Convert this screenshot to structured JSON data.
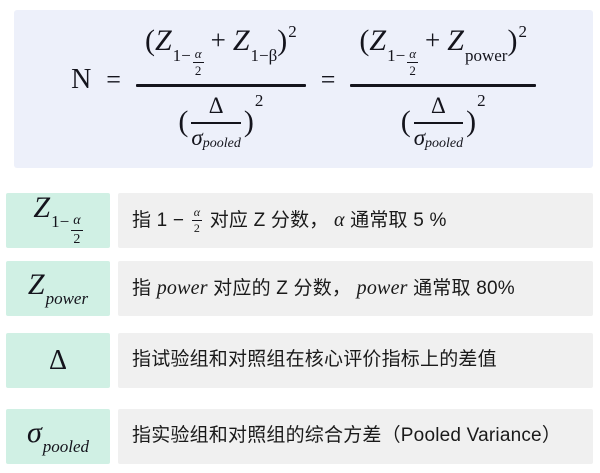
{
  "formula": {
    "lhs": "N",
    "eq": "=",
    "left": {
      "num": {
        "open": "(",
        "z1": "Z",
        "sub1_pre": "1−",
        "alpha": "α",
        "two": "2",
        "plus": "+",
        "z2": "Z",
        "sub2": "1−β",
        "close": ")",
        "sq": "2"
      },
      "den": {
        "open": "(",
        "delta": "Δ",
        "sigma": "σ",
        "sigma_sub": "pooled",
        "close": ")",
        "sq": "2"
      }
    },
    "right": {
      "num": {
        "open": "(",
        "z1": "Z",
        "sub1_pre": "1−",
        "alpha": "α",
        "two": "2",
        "plus": "+",
        "z2": "Z",
        "sub2": "power",
        "close": ")",
        "sq": "2"
      },
      "den": {
        "open": "(",
        "delta": "Δ",
        "sigma": "σ",
        "sigma_sub": "pooled",
        "close": ")",
        "sq": "2"
      }
    }
  },
  "legend": [
    {
      "symbol": {
        "base": "Z",
        "sub_pre": "1−",
        "frac_top": "α",
        "frac_bot": "2"
      },
      "desc_prefix": "指 1 −",
      "desc_frac_top": "α",
      "desc_frac_bot": "2",
      "desc_mid": "对应 Z 分数，",
      "desc_var": "α",
      "desc_suffix": "通常取 5 %"
    },
    {
      "symbol": {
        "base": "Z",
        "sub": "power"
      },
      "desc_prefix": "指",
      "desc_var1": "power",
      "desc_mid": "对应的 Z 分数，",
      "desc_var2": "power",
      "desc_suffix": "通常取 80%"
    },
    {
      "symbol": {
        "base": "Δ"
      },
      "desc_text": "指试验组和对照组在核心评价指标上的差值"
    },
    {
      "symbol": {
        "base": "σ",
        "sub": "pooled"
      },
      "desc_text": "指实验组和对照组的综合方差（Pooled Variance）"
    }
  ],
  "colors": {
    "formula_bg": "#edf0fa",
    "symbol_bg": "#d0f0e4",
    "desc_bg": "#f0f0f0",
    "ink": "#1a1a1a"
  }
}
